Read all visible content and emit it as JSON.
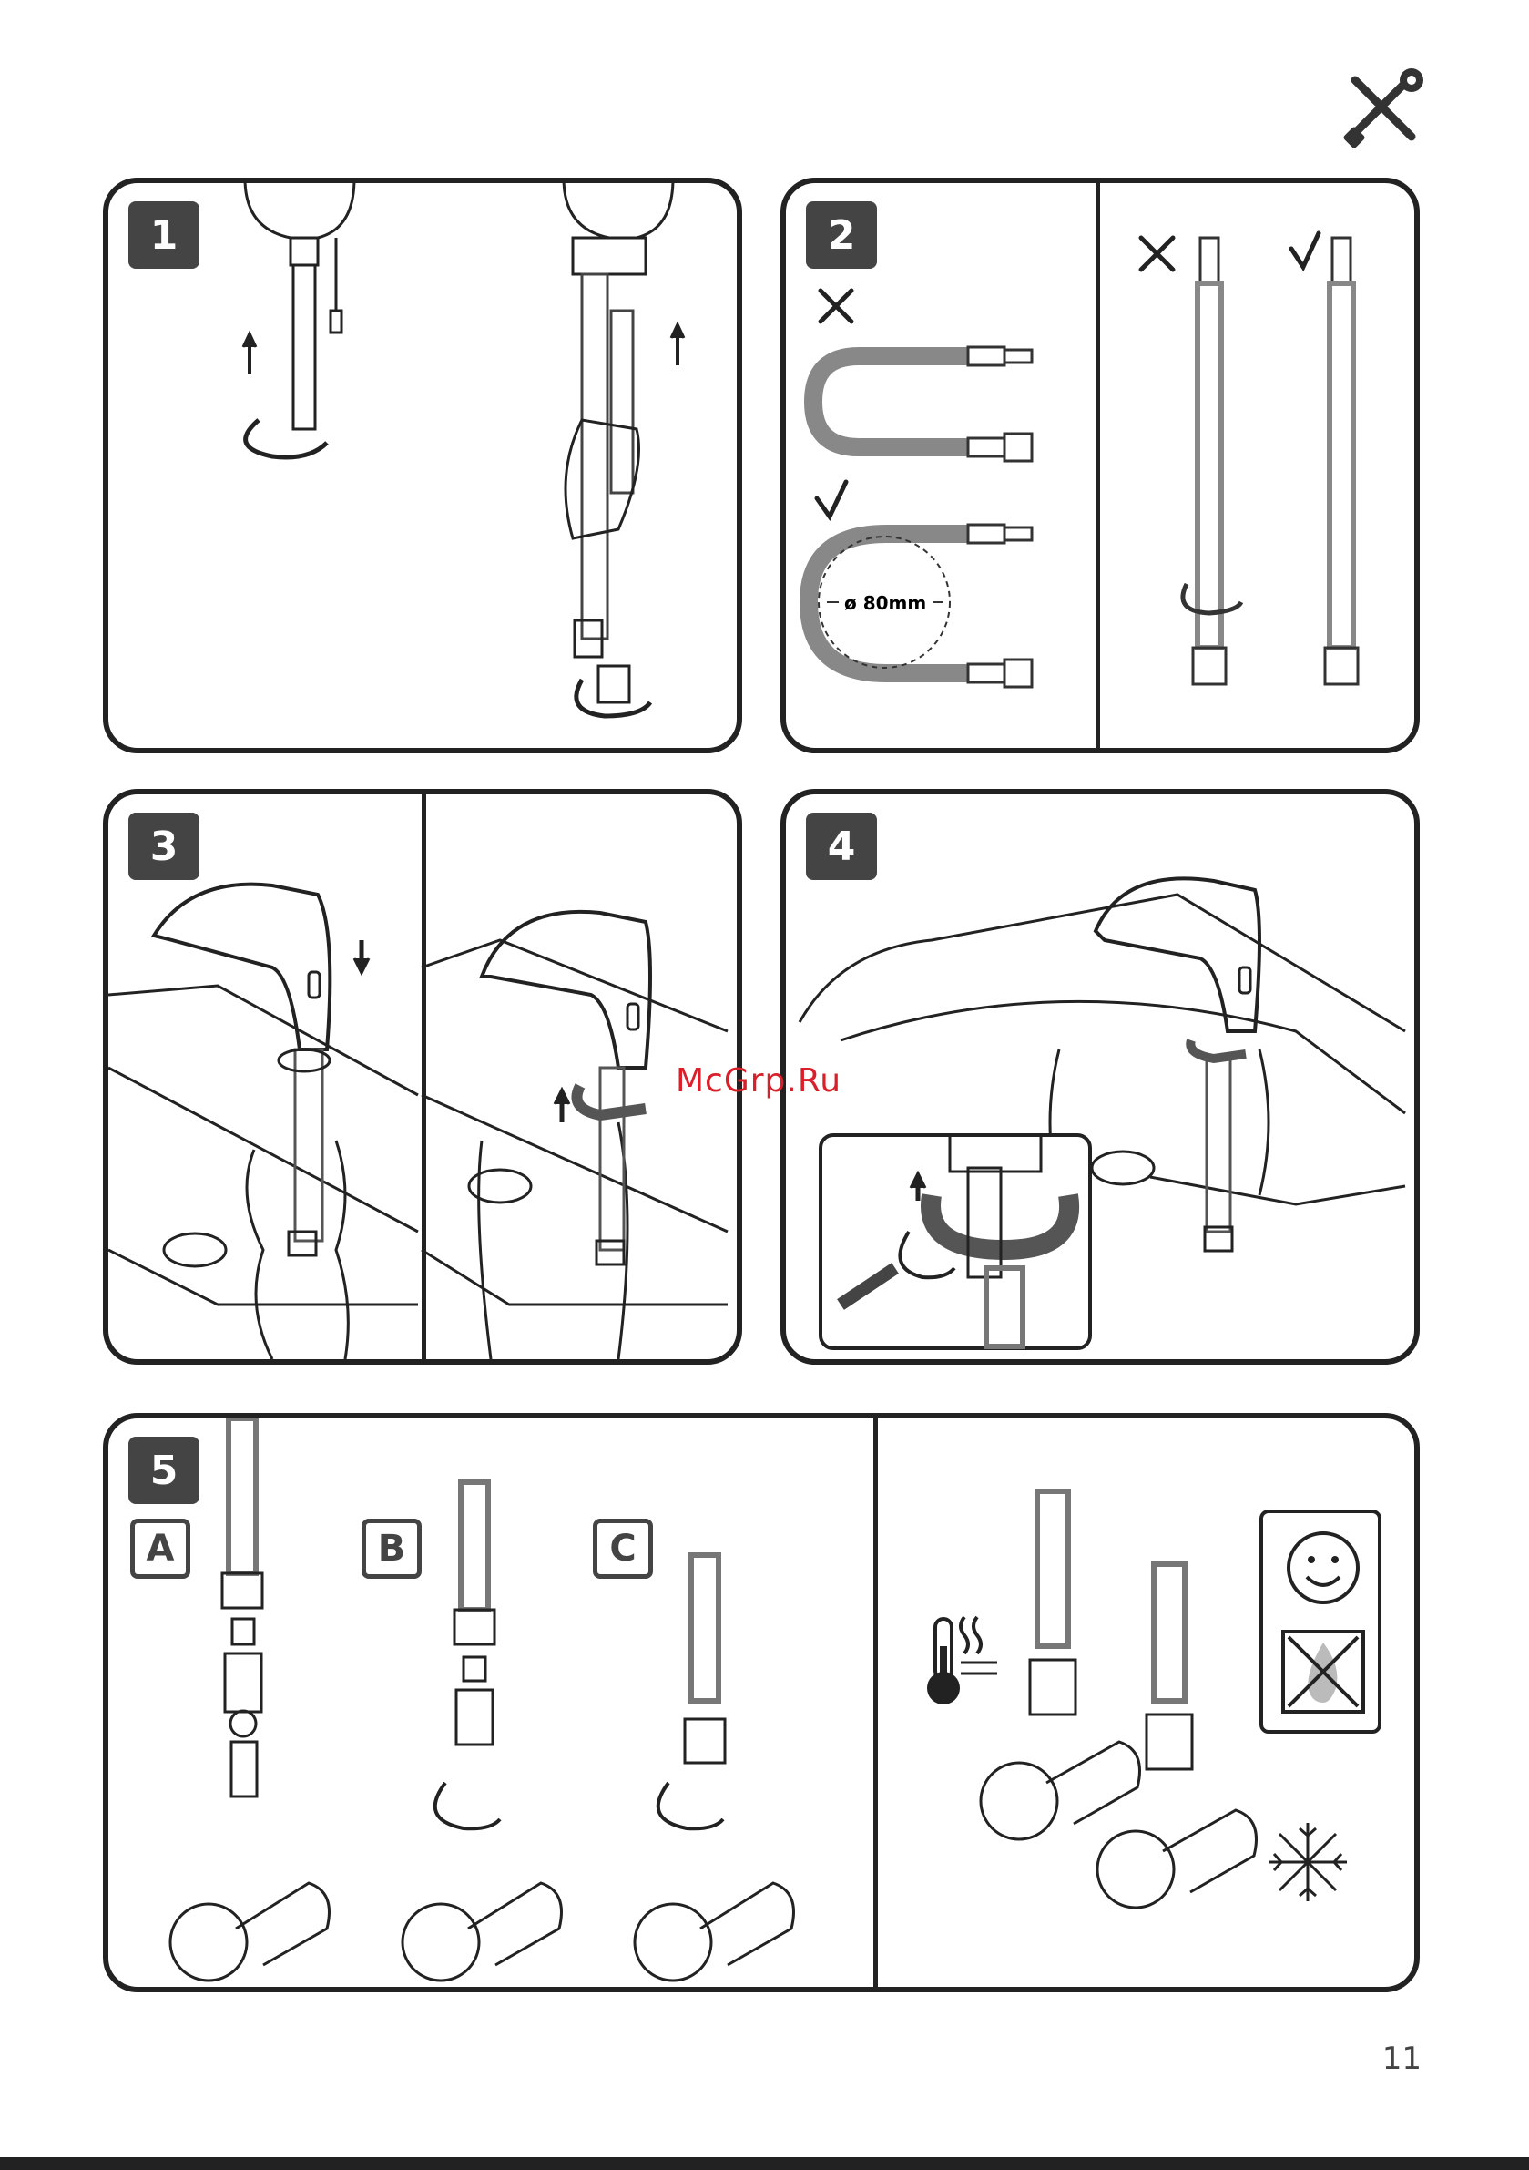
{
  "steps": [
    {
      "number": "1"
    },
    {
      "number": "2",
      "diameter_label": "ø 80mm"
    },
    {
      "number": "3"
    },
    {
      "number": "4"
    },
    {
      "number": "5",
      "options": [
        "A",
        "B",
        "C"
      ]
    }
  ],
  "watermark": "McGrp.Ru",
  "page_number": "11",
  "icons": [
    "tools-icon",
    "cross-icon",
    "check-icon",
    "thermometer-icon",
    "smiley-icon",
    "no-fire-icon",
    "snowflake-icon"
  ]
}
